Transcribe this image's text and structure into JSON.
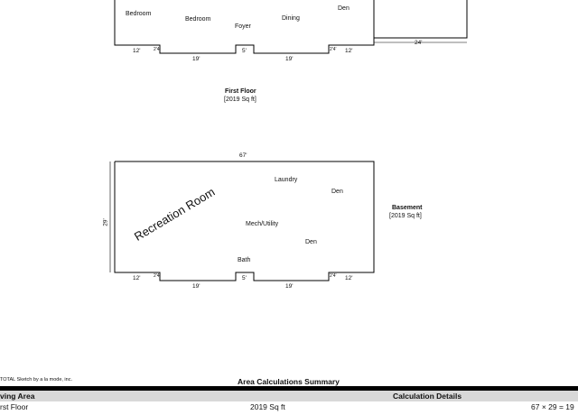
{
  "upper_plan": {
    "rooms": {
      "bedroom_left": "Bedroom",
      "bedroom_center": "Bedroom",
      "foyer": "Foyer",
      "dining": "Dining",
      "den": "Den"
    },
    "dims": {
      "d12_left": "12'",
      "d2_left": "2'4'",
      "d19_left": "19'",
      "d5": "5'",
      "d19_right": "19'",
      "d2_right": "2'4'",
      "d12_right": "12'",
      "d24": "24'"
    },
    "floor_title": "First Floor",
    "floor_area": "[2019 Sq ft]"
  },
  "lower_plan": {
    "top_dim": "67'",
    "side_dim": "29'",
    "rooms": {
      "recreation": "Recreation Room",
      "laundry": "Laundry",
      "den_upper": "Den",
      "mech": "Mech/Utility",
      "den_lower": "Den",
      "bath": "Bath"
    },
    "dims": {
      "d12_left": "12'",
      "d2_left": "2'4'",
      "d19_left": "19'",
      "d5": "5'",
      "d19_right": "19'",
      "d2_right": "2'4'",
      "d12_right": "12'"
    },
    "floor_title": "Basement",
    "floor_area": "[2019 Sq ft]"
  },
  "footer": {
    "software_credit": "TOTAL Sketch by a la mode, inc.",
    "summary_title": "Area Calculations Summary",
    "col_left": "ving Area",
    "col_right": "Calculation Details",
    "row_label": "rst Floor",
    "row_area": "2019 Sq ft",
    "row_calc": "67 × 29 = 19"
  }
}
